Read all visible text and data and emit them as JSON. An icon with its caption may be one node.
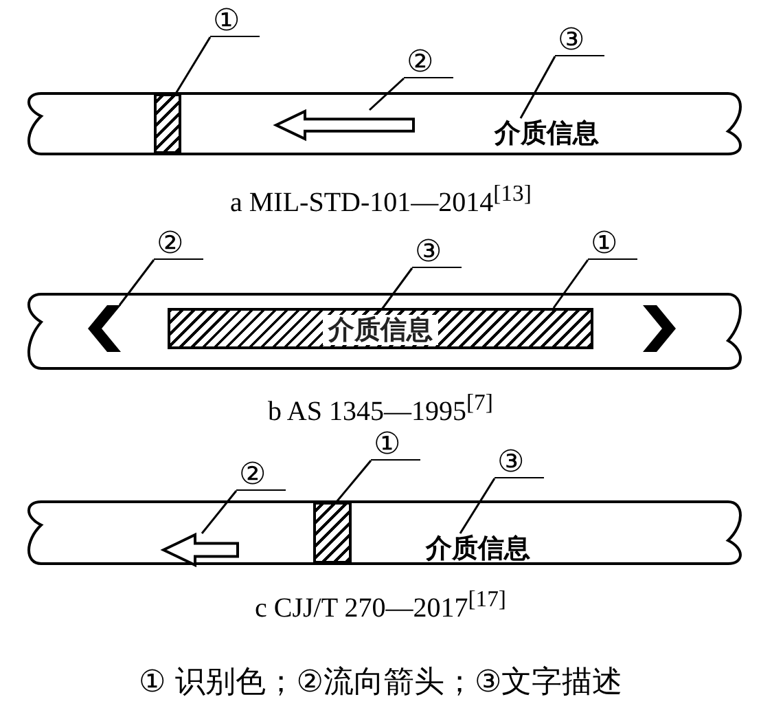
{
  "diagram": {
    "nodes": [
      {
        "text": [
          "①"
        ]
      },
      {
        "text": [
          "②"
        ]
      },
      {
        "text": [
          "③"
        ]
      },
      {
        "text": [],
        "shape": "bar"
      },
      {
        "text": [],
        "shape": "arrow"
      },
      {
        "text": [
          "介质信息"
        ]
      },
      {
        "text": [
          "②"
        ]
      },
      {
        "text": [
          "③"
        ]
      },
      {
        "text": [
          "①"
        ]
      },
      {
        "text": [],
        "shape": "chevron"
      },
      {
        "text": [],
        "shape": "bar"
      },
      {
        "text": [
          "介质信息"
        ],
        "in": 10
      },
      {
        "text": [],
        "shape": "chevron"
      },
      {
        "text": [
          "①"
        ]
      },
      {
        "text": [
          "②"
        ]
      },
      {
        "text": [
          "③"
        ]
      },
      {
        "text": [],
        "shape": "arrow"
      },
      {
        "text": [],
        "shape": "bar"
      },
      {
        "text": [
          "介质信息"
        ]
      }
    ],
    "edges": [
      {
        "from": 0,
        "to": 3,
        "arrow": "none"
      },
      {
        "from": 1,
        "to": 4,
        "arrow": "none"
      },
      {
        "from": 2,
        "to": 5,
        "arrow": "none"
      },
      {
        "from": 6,
        "to": 9,
        "arrow": "none"
      },
      {
        "from": 7,
        "to": 11,
        "arrow": "none"
      },
      {
        "from": 8,
        "to": 10,
        "arrow": "none"
      },
      {
        "from": 13,
        "to": 17,
        "arrow": "none"
      },
      {
        "from": 14,
        "to": 16,
        "arrow": "none"
      },
      {
        "from": 15,
        "to": 18,
        "arrow": "none"
      }
    ],
    "labels": [
      "a MIL-STD-101—2014$^{[13]}$",
      "b AS 1345—1995$^{[7]}$",
      "c CJJ/T 270—2017$^{[17]}$",
      "① 识别色；②流向箭头；③文字描述"
    ]
  }
}
